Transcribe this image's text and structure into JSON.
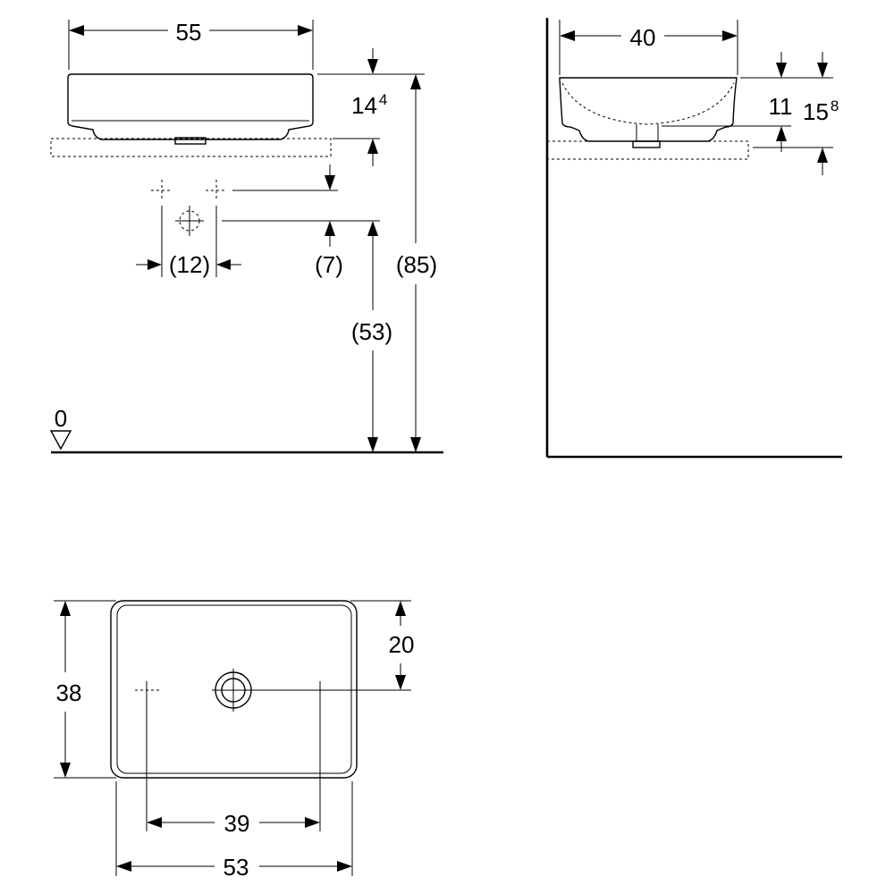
{
  "front_view": {
    "width": "55",
    "basin_height": "14",
    "basin_height_sup": "4",
    "tap_spacing": "(12)",
    "tap_offset": "(7)",
    "tap_height": "(53)",
    "total_height": "(85)",
    "floor_level": "0"
  },
  "side_view": {
    "depth": "40",
    "inner_height": "11",
    "outer_height": "15",
    "outer_height_sup": "8"
  },
  "top_view": {
    "depth": "38",
    "drain_offset": "20",
    "hole_spacing": "39",
    "length": "53"
  }
}
